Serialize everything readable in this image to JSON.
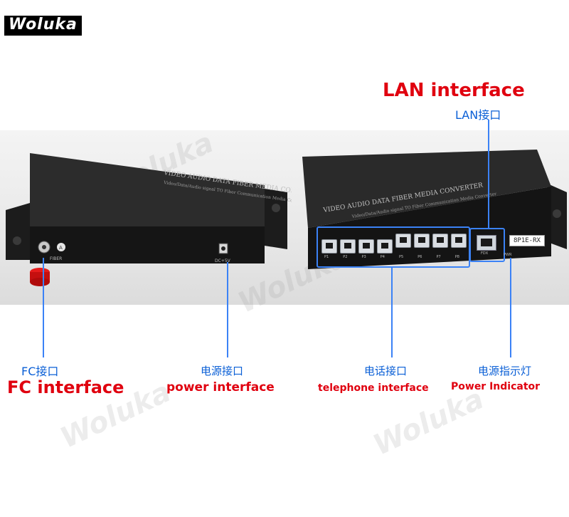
{
  "watermark": {
    "logo_text": "Woluka",
    "faint_text": "Woluka"
  },
  "lan": {
    "title_en": "LAN interface",
    "title_cn": "LAN接口"
  },
  "labels": {
    "fc_cn": "FC接口",
    "fc_en": "FC interface",
    "power_cn": "电源接口",
    "power_en": "power interface",
    "tel_cn": "电话接口",
    "tel_en": "telephone interface",
    "pwr_cn": "电源指示灯",
    "pwr_en": "Power Indicator"
  },
  "device_left": {
    "top_text": "VIDEO AUDIO DATA FIBER MEDIA CONVERTER",
    "sub_text": "Video/Data/Audio signal TO Fiber Communication Media Converter",
    "fiber_label": "FIBER",
    "a_label": "A",
    "dc_label": "DC+5V"
  },
  "device_right": {
    "top_text": "VIDEO AUDIO DATA FIBER MEDIA CONVERTER",
    "sub_text": "Video/Data/Audio signal TO Fiber Communication Media Converter",
    "model": "8P1E-RX",
    "port_labels": [
      "P1",
      "P2",
      "P3",
      "P4",
      "P5",
      "P6",
      "P7",
      "P8"
    ],
    "eth_label": "FDX",
    "pwr_label": "PWR"
  },
  "colors": {
    "accent_red": "#e0000f",
    "accent_blue": "#0a5fd6",
    "line_blue": "#3b82f6"
  }
}
